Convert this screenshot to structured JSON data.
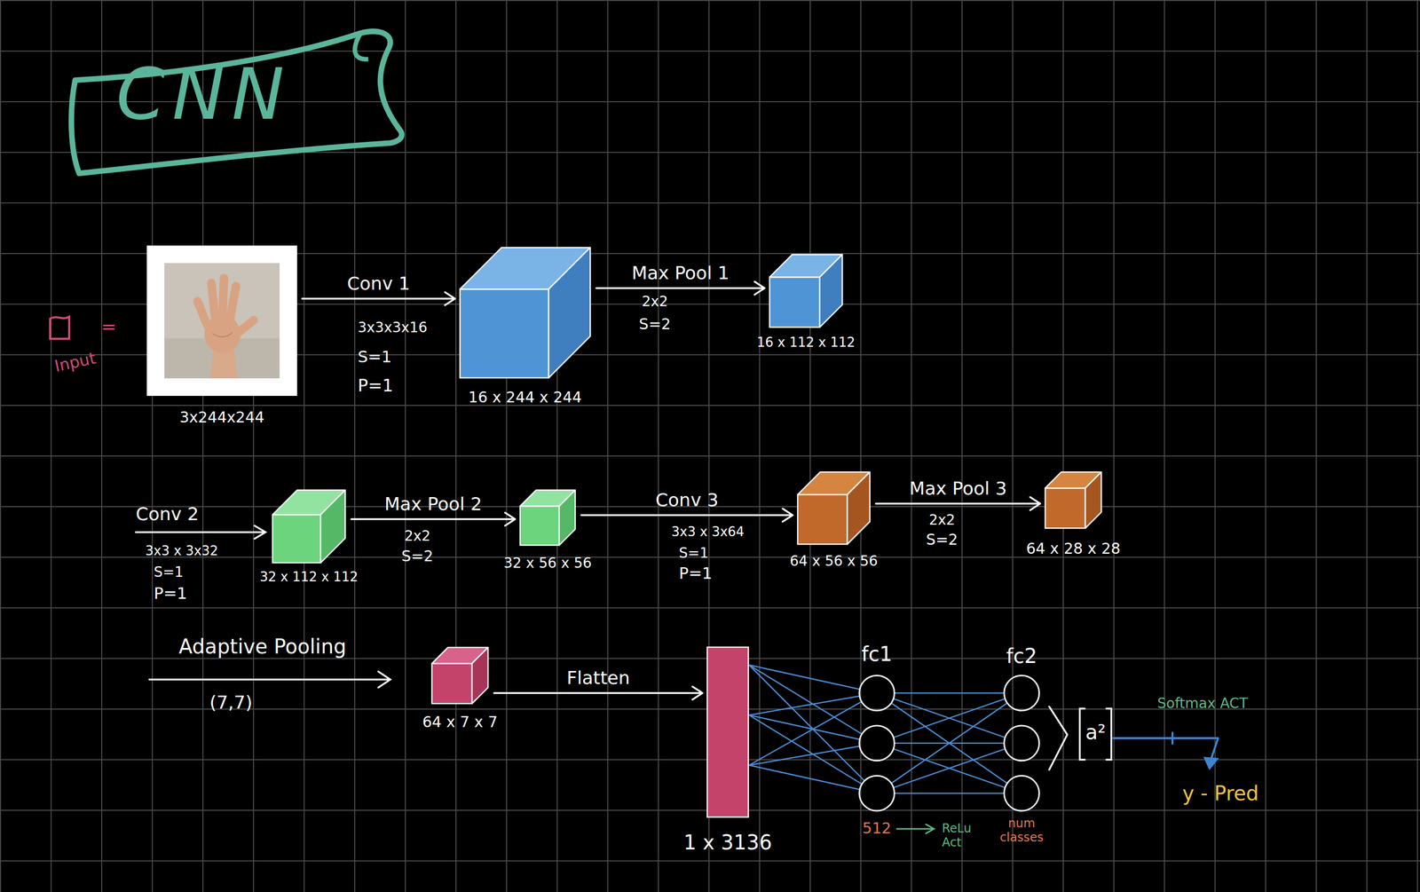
{
  "diagram": {
    "title": "CNN",
    "nodes": [
      {
        "text": [
          "3x244x244"
        ]
      },
      {
        "text": [
          "16 x 244 x 244"
        ]
      },
      {
        "text": [
          "16 x 112 x 112"
        ]
      },
      {
        "text": [
          "32 x 112 x 112"
        ]
      },
      {
        "text": [
          "32 x 56 x 56"
        ]
      },
      {
        "text": [
          "64 x 56 x 56"
        ]
      },
      {
        "text": [
          "64 x 28 x 28"
        ]
      },
      {
        "text": [
          "64 x 7 x 7"
        ]
      },
      {
        "text": [
          "1 x 3136"
        ]
      },
      {
        "text": [
          "fc1",
          "512"
        ]
      },
      {
        "text": [
          "fc2",
          "num classes"
        ]
      },
      {
        "text": [
          "a²"
        ]
      }
    ],
    "edges": [
      {
        "from": 0,
        "to": 1,
        "label": "Conv 1",
        "arrow": "to"
      },
      {
        "from": 1,
        "to": 2,
        "label": "Max Pool 1",
        "arrow": "to"
      },
      {
        "from": 3,
        "to": 4,
        "label": "Max Pool 2",
        "arrow": "to"
      },
      {
        "from": 4,
        "to": 5,
        "label": "Conv 3",
        "arrow": "to"
      },
      {
        "from": 5,
        "to": 6,
        "label": "Max Pool 3",
        "arrow": "to"
      },
      {
        "from": 7,
        "to": 8,
        "label": "Flatten",
        "arrow": "to"
      },
      {
        "from": 8,
        "to": 9,
        "arrow": "none"
      },
      {
        "from": 9,
        "to": 10,
        "arrow": "none"
      }
    ],
    "labels": [
      "Input",
      "=",
      "3x3x3x16",
      "S=1",
      "P=1",
      "2x2",
      "S=2",
      "Conv 2",
      "3x3 x 3x32",
      "S=1",
      "P=1",
      "2x2",
      "S=2",
      "3x3 x 3x64",
      "S=1",
      "P=1",
      "2x2",
      "S=2",
      "Adaptive Pooling",
      "(7,7)",
      "ReLu Act",
      "Softmax ACT",
      "y - Pred"
    ]
  }
}
